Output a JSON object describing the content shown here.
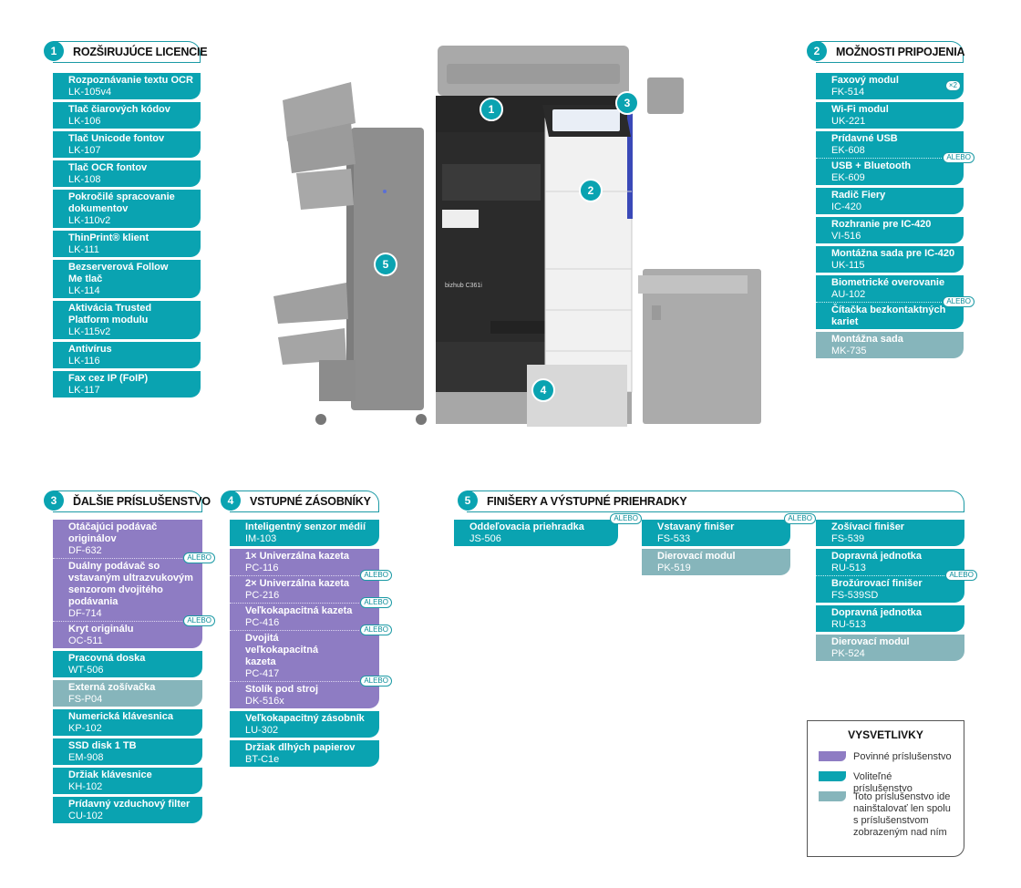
{
  "sections": {
    "s1": {
      "num": "1",
      "title": "ROZŠIRUJÚCE LICENCIE",
      "items": [
        {
          "name": "Rozpoznávanie textu OCR",
          "code": "LK-105v4"
        },
        {
          "name": "Tlač čiarových kódov",
          "code": "LK-106"
        },
        {
          "name": "Tlač Unicode fontov",
          "code": "LK-107"
        },
        {
          "name": "Tlač OCR fontov",
          "code": "LK-108"
        },
        {
          "name": "Pokročilé spracovanie dokumentov",
          "code": "LK-110v2"
        },
        {
          "name": "ThinPrint® klient",
          "code": "LK-111"
        },
        {
          "name": "Bezserverová Follow Me tlač",
          "code": "LK-114"
        },
        {
          "name": "Aktivácia Trusted Platform modulu",
          "code": "LK-115v2"
        },
        {
          "name": "Antivírus",
          "code": "LK-116"
        },
        {
          "name": "Fax cez IP (FoIP)",
          "code": "LK-117"
        }
      ]
    },
    "s2": {
      "num": "2",
      "title": "MOŽNOSTI PRIPOJENIA",
      "items": [
        {
          "name": "Faxový modul",
          "code": "FK-514",
          "badge": "×2"
        },
        {
          "name": "Wi-Fi modul",
          "code": "UK-221"
        },
        {
          "name": "Prídavné USB",
          "code": "EK-608"
        },
        {
          "name": "USB + Bluetooth",
          "code": "EK-609"
        },
        {
          "name": "Radič Fiery",
          "code": "IC-420"
        },
        {
          "name": "Rozhranie pre IC-420",
          "code": "VI-516"
        },
        {
          "name": "Montážna sada pre IC-420",
          "code": "UK-115"
        },
        {
          "name": "Biometrické overovanie",
          "code": "AU-102"
        },
        {
          "name": "Čítačka bezkontaktných kariet",
          "code": ""
        },
        {
          "name": "Montážna sada",
          "code": "MK-735"
        }
      ]
    },
    "s3": {
      "num": "3",
      "title": "ĎALŠIE PRÍSLUŠENSTVO",
      "items": [
        {
          "name": "Otáčajúci podávač originálov",
          "code": "DF-632"
        },
        {
          "name": "Duálny podávač so vstavaným ultrazvukovým senzorom dvojitého podávania",
          "code": "DF-714"
        },
        {
          "name": "Kryt originálu",
          "code": "OC-511"
        },
        {
          "name": "Pracovná doska",
          "code": "WT-506"
        },
        {
          "name": "Externá zošívačka",
          "code": "FS-P04"
        },
        {
          "name": "Numerická klávesnica",
          "code": "KP-102"
        },
        {
          "name": "SSD disk 1 TB",
          "code": "EM-908"
        },
        {
          "name": "Držiak klávesnice",
          "code": "KH-102"
        },
        {
          "name": "Prídavný vzduchový filter",
          "code": "CU-102"
        }
      ]
    },
    "s4": {
      "num": "4",
      "title": "VSTUPNÉ ZÁSOBNÍKY",
      "items": [
        {
          "name": "Inteligentný senzor médií",
          "code": "IM-103"
        },
        {
          "name": "1× Univerzálna kazeta",
          "code": "PC-116"
        },
        {
          "name": "2× Univerzálna kazeta",
          "code": "PC-216"
        },
        {
          "name": "Veľkokapacitná kazeta",
          "code": "PC-416"
        },
        {
          "name": "Dvojitá veľkokapacitná kazeta",
          "code": "PC-417"
        },
        {
          "name": "Stolík pod stroj",
          "code": "DK-516x"
        },
        {
          "name": "Veľkokapacitný zásobník",
          "code": "LU-302"
        },
        {
          "name": "Držiak dlhých papierov",
          "code": "BT-C1e"
        }
      ]
    },
    "s5": {
      "num": "5",
      "title": "FINIŠERY A VÝSTUPNÉ PRIEHRADKY",
      "items": [
        {
          "name": "Oddeľovacia priehradka",
          "code": "JS-506"
        },
        {
          "name": "Vstavaný finišer",
          "code": "FS-533"
        },
        {
          "name": "Dierovací modul",
          "code": "PK-519"
        },
        {
          "name": "Zošívací finišer",
          "code": "FS-539"
        },
        {
          "name": "Dopravná jednotka",
          "code": "RU-513"
        },
        {
          "name": "Brožúrovací finišer",
          "code": "FS-539SD"
        },
        {
          "name": "Dopravná jednotka",
          "code": "RU-513"
        },
        {
          "name": "Dierovací modul",
          "code": "PK-524"
        }
      ]
    }
  },
  "alebo_label": "ALEBO",
  "machine": {
    "brand_label": "bizhub C361i",
    "markers": [
      "1",
      "2",
      "3",
      "4",
      "5"
    ]
  },
  "legend": {
    "title": "VYSVETLIVKY",
    "rows": [
      {
        "label": "Povinné príslušenstvo",
        "color": "#8e7cc3"
      },
      {
        "label": "Voliteľné príslušenstvo",
        "color": "#0aa3b1"
      },
      {
        "label": "Toto príslušenstvo ide nainštalovať len spolu s príslušenstvom zobrazeným nad ním",
        "color": "#86b5bb"
      }
    ]
  },
  "colors": {
    "teal": "#0aa3b1",
    "purple": "#8e7cc3",
    "grey": "#86b5bb"
  }
}
